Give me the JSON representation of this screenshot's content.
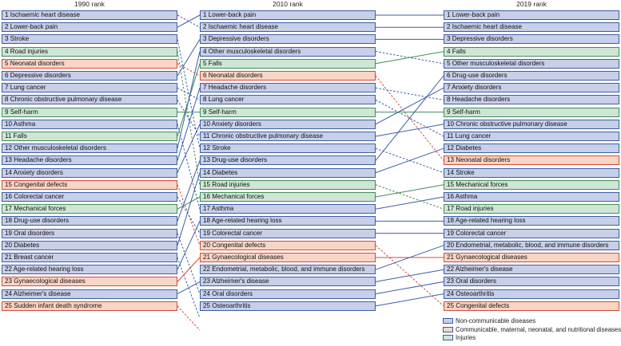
{
  "columns": [
    {
      "title": "1990 rank",
      "items": [
        {
          "label": "1 Ischaemic heart disease",
          "cat": "ncd"
        },
        {
          "label": "2 Lower-back pain",
          "cat": "ncd"
        },
        {
          "label": "3 Stroke",
          "cat": "ncd"
        },
        {
          "label": "4 Road injuries",
          "cat": "inj"
        },
        {
          "label": "5 Neonatal disorders",
          "cat": "cmnn"
        },
        {
          "label": "6 Depressive disorders",
          "cat": "ncd"
        },
        {
          "label": "7 Lung cancer",
          "cat": "ncd"
        },
        {
          "label": "8 Chronic obstructive pulmonary disease",
          "cat": "ncd"
        },
        {
          "label": "9 Self-harm",
          "cat": "inj"
        },
        {
          "label": "10 Asthma",
          "cat": "ncd"
        },
        {
          "label": "11 Falls",
          "cat": "inj"
        },
        {
          "label": "12 Other musculoskeletal disorders",
          "cat": "ncd"
        },
        {
          "label": "13 Headache disorders",
          "cat": "ncd"
        },
        {
          "label": "14 Anxiety disorders",
          "cat": "ncd"
        },
        {
          "label": "15 Congenital defects",
          "cat": "cmnn"
        },
        {
          "label": "16 Colorectal cancer",
          "cat": "ncd"
        },
        {
          "label": "17 Mechanical forces",
          "cat": "inj"
        },
        {
          "label": "18 Drug-use disorders",
          "cat": "ncd"
        },
        {
          "label": "19 Oral disorders",
          "cat": "ncd"
        },
        {
          "label": "20 Diabetes",
          "cat": "ncd"
        },
        {
          "label": "21 Breast cancer",
          "cat": "ncd"
        },
        {
          "label": "22 Age-related hearing loss",
          "cat": "ncd"
        },
        {
          "label": "23 Gynaecological diseases",
          "cat": "cmnn"
        },
        {
          "label": "24 Alzheimer's disease",
          "cat": "ncd"
        },
        {
          "label": "25 Sudden infant death syndrome",
          "cat": "cmnn"
        }
      ]
    },
    {
      "title": "2010 rank",
      "items": [
        {
          "label": "1 Lower-back pain",
          "cat": "ncd"
        },
        {
          "label": "2 Ischaemic heart disease",
          "cat": "ncd"
        },
        {
          "label": "3 Depressive disorders",
          "cat": "ncd"
        },
        {
          "label": "4 Other musculoskeletal disorders",
          "cat": "ncd"
        },
        {
          "label": "5 Falls",
          "cat": "inj"
        },
        {
          "label": "6 Neonatal disorders",
          "cat": "cmnn"
        },
        {
          "label": "7 Headache disorders",
          "cat": "ncd"
        },
        {
          "label": "8 Lung cancer",
          "cat": "ncd"
        },
        {
          "label": "9 Self-harm",
          "cat": "inj"
        },
        {
          "label": "10 Anxiety disorders",
          "cat": "ncd"
        },
        {
          "label": "11 Chronic obstructive pulmonary disease",
          "cat": "ncd"
        },
        {
          "label": "12 Stroke",
          "cat": "ncd"
        },
        {
          "label": "13 Drug-use disorders",
          "cat": "ncd"
        },
        {
          "label": "14 Diabetes",
          "cat": "ncd"
        },
        {
          "label": "15 Road injuries",
          "cat": "inj"
        },
        {
          "label": "16 Mechanical forces",
          "cat": "inj"
        },
        {
          "label": "17 Asthma",
          "cat": "ncd"
        },
        {
          "label": "18 Age-related hearing loss",
          "cat": "ncd"
        },
        {
          "label": "19 Colorectal cancer",
          "cat": "ncd"
        },
        {
          "label": "20 Congenital defects",
          "cat": "cmnn"
        },
        {
          "label": "21 Gynaecological diseases",
          "cat": "cmnn"
        },
        {
          "label": "22 Endometrial, metabolic, blood, and immune disorders",
          "cat": "ncd"
        },
        {
          "label": "23 Alzheimer's disease",
          "cat": "ncd"
        },
        {
          "label": "24 Oral disorders",
          "cat": "ncd"
        },
        {
          "label": "25 Osteoarthritis",
          "cat": "ncd"
        }
      ]
    },
    {
      "title": "2019 rank",
      "items": [
        {
          "label": "1 Lower-back pain",
          "cat": "ncd"
        },
        {
          "label": "2 Ischaemic heart disease",
          "cat": "ncd"
        },
        {
          "label": "3 Depressive disorders",
          "cat": "ncd"
        },
        {
          "label": "4 Falls",
          "cat": "inj"
        },
        {
          "label": "5 Other musculoskeletal disorders",
          "cat": "ncd"
        },
        {
          "label": "6 Drug-use disorders",
          "cat": "ncd"
        },
        {
          "label": "7 Anxiety disorders",
          "cat": "ncd"
        },
        {
          "label": "8 Headache disorders",
          "cat": "ncd"
        },
        {
          "label": "9 Self-harm",
          "cat": "inj"
        },
        {
          "label": "10 Chronic obstructive pulmonary disease",
          "cat": "ncd"
        },
        {
          "label": "11 Lung cancer",
          "cat": "ncd"
        },
        {
          "label": "12 Diabetes",
          "cat": "ncd"
        },
        {
          "label": "13 Neonatal disorders",
          "cat": "cmnn"
        },
        {
          "label": "14 Stroke",
          "cat": "ncd"
        },
        {
          "label": "15 Mechanical forces",
          "cat": "inj"
        },
        {
          "label": "16 Asthma",
          "cat": "ncd"
        },
        {
          "label": "17 Road injuries",
          "cat": "inj"
        },
        {
          "label": "18 Age-related hearing loss",
          "cat": "ncd"
        },
        {
          "label": "19 Colorectal cancer",
          "cat": "ncd"
        },
        {
          "label": "20 Endometrial, metabolic, blood, and immune disorders",
          "cat": "ncd"
        },
        {
          "label": "21 Gynaecological diseases",
          "cat": "cmnn"
        },
        {
          "label": "22 Alzheimer's disease",
          "cat": "ncd"
        },
        {
          "label": "23 Oral disorders",
          "cat": "ncd"
        },
        {
          "label": "24 Osteoarthritis",
          "cat": "ncd"
        },
        {
          "label": "25 Congenital defects",
          "cat": "cmnn"
        }
      ]
    }
  ],
  "links": [
    [
      {
        "from": 1,
        "to": 2,
        "dashed": true,
        "color": "ncd"
      },
      {
        "from": 2,
        "to": 1,
        "dashed": false,
        "color": "ncd"
      },
      {
        "from": 3,
        "to": 12,
        "dashed": true,
        "color": "ncd"
      },
      {
        "from": 4,
        "to": 15,
        "dashed": true,
        "color": "inj"
      },
      {
        "from": 5,
        "to": 6,
        "dashed": true,
        "color": "cmnn"
      },
      {
        "from": 6,
        "to": 3,
        "dashed": false,
        "color": "ncd"
      },
      {
        "from": 7,
        "to": 8,
        "dashed": true,
        "color": "ncd"
      },
      {
        "from": 8,
        "to": 11,
        "dashed": true,
        "color": "ncd"
      },
      {
        "from": 9,
        "to": 9,
        "dashed": false,
        "color": "inj"
      },
      {
        "from": 10,
        "to": 17,
        "dashed": true,
        "color": "ncd"
      },
      {
        "from": 11,
        "to": 5,
        "dashed": false,
        "color": "inj"
      },
      {
        "from": 12,
        "to": 4,
        "dashed": false,
        "color": "ncd"
      },
      {
        "from": 13,
        "to": 7,
        "dashed": false,
        "color": "ncd"
      },
      {
        "from": 14,
        "to": 10,
        "dashed": false,
        "color": "ncd"
      },
      {
        "from": 15,
        "to": 20,
        "dashed": true,
        "color": "cmnn"
      },
      {
        "from": 16,
        "to": 19,
        "dashed": true,
        "color": "ncd"
      },
      {
        "from": 17,
        "to": 16,
        "dashed": false,
        "color": "inj"
      },
      {
        "from": 18,
        "to": 13,
        "dashed": false,
        "color": "ncd"
      },
      {
        "from": 19,
        "to": 24,
        "dashed": true,
        "color": "ncd"
      },
      {
        "from": 20,
        "to": 14,
        "dashed": false,
        "color": "ncd"
      },
      {
        "from": 21,
        "to": 26,
        "dashed": true,
        "color": "ncd"
      },
      {
        "from": 22,
        "to": 18,
        "dashed": false,
        "color": "ncd"
      },
      {
        "from": 23,
        "to": 21,
        "dashed": false,
        "color": "cmnn"
      },
      {
        "from": 24,
        "to": 23,
        "dashed": false,
        "color": "ncd"
      },
      {
        "from": 25,
        "to": 27,
        "dashed": true,
        "color": "cmnn"
      }
    ],
    [
      {
        "from": 1,
        "to": 1,
        "dashed": false,
        "color": "ncd"
      },
      {
        "from": 2,
        "to": 2,
        "dashed": false,
        "color": "ncd"
      },
      {
        "from": 3,
        "to": 3,
        "dashed": false,
        "color": "ncd"
      },
      {
        "from": 4,
        "to": 5,
        "dashed": true,
        "color": "ncd"
      },
      {
        "from": 5,
        "to": 4,
        "dashed": false,
        "color": "inj"
      },
      {
        "from": 6,
        "to": 13,
        "dashed": true,
        "color": "cmnn"
      },
      {
        "from": 7,
        "to": 8,
        "dashed": true,
        "color": "ncd"
      },
      {
        "from": 8,
        "to": 11,
        "dashed": true,
        "color": "ncd"
      },
      {
        "from": 9,
        "to": 9,
        "dashed": false,
        "color": "inj"
      },
      {
        "from": 10,
        "to": 7,
        "dashed": false,
        "color": "ncd"
      },
      {
        "from": 11,
        "to": 10,
        "dashed": false,
        "color": "ncd"
      },
      {
        "from": 12,
        "to": 14,
        "dashed": true,
        "color": "ncd"
      },
      {
        "from": 13,
        "to": 6,
        "dashed": false,
        "color": "ncd"
      },
      {
        "from": 14,
        "to": 12,
        "dashed": false,
        "color": "ncd"
      },
      {
        "from": 15,
        "to": 17,
        "dashed": true,
        "color": "inj"
      },
      {
        "from": 16,
        "to": 15,
        "dashed": false,
        "color": "inj"
      },
      {
        "from": 17,
        "to": 16,
        "dashed": false,
        "color": "ncd"
      },
      {
        "from": 18,
        "to": 18,
        "dashed": false,
        "color": "ncd"
      },
      {
        "from": 19,
        "to": 19,
        "dashed": false,
        "color": "ncd"
      },
      {
        "from": 20,
        "to": 25,
        "dashed": true,
        "color": "cmnn"
      },
      {
        "from": 21,
        "to": 21,
        "dashed": false,
        "color": "cmnn"
      },
      {
        "from": 22,
        "to": 20,
        "dashed": false,
        "color": "ncd"
      },
      {
        "from": 23,
        "to": 22,
        "dashed": false,
        "color": "ncd"
      },
      {
        "from": 24,
        "to": 23,
        "dashed": false,
        "color": "ncd"
      },
      {
        "from": 25,
        "to": 24,
        "dashed": false,
        "color": "ncd"
      }
    ]
  ],
  "legend": [
    {
      "label": "Non-communicable diseases",
      "cat": "ncd"
    },
    {
      "label": "Communicable, maternal, neonatal, and nutritional diseases",
      "cat": "cmnn"
    },
    {
      "label": "Injuries",
      "cat": "inj"
    }
  ],
  "colors": {
    "ncd": "#3b5ea6",
    "cmnn": "#d24b3c",
    "inj": "#3f8d5c"
  }
}
